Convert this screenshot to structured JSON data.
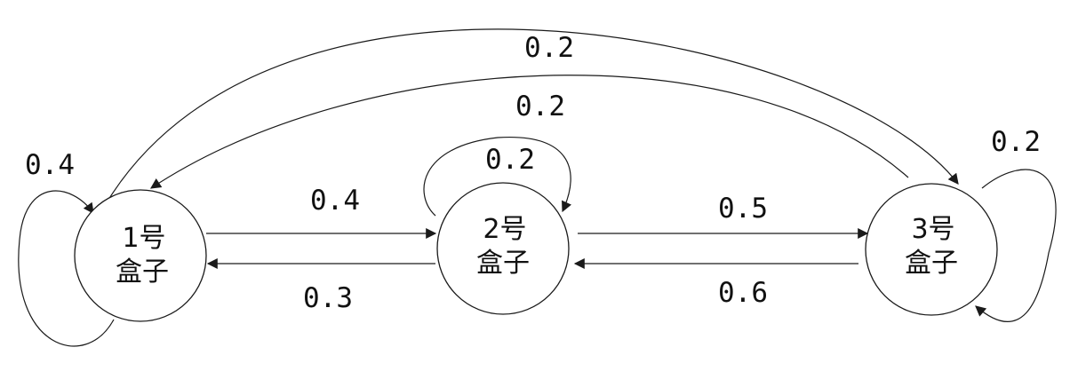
{
  "nodes": [
    {
      "id": "box1",
      "label_line1": "1号",
      "label_line2": "盒子"
    },
    {
      "id": "box2",
      "label_line1": "2号",
      "label_line2": "盒子"
    },
    {
      "id": "box3",
      "label_line1": "3号",
      "label_line2": "盒子"
    }
  ],
  "edges": [
    {
      "id": "e-1-1",
      "from": "box1",
      "to": "box1",
      "label": "0.4"
    },
    {
      "id": "e-1-2",
      "from": "box1",
      "to": "box2",
      "label": "0.4"
    },
    {
      "id": "e-2-1",
      "from": "box2",
      "to": "box1",
      "label": "0.3"
    },
    {
      "id": "e-2-2",
      "from": "box2",
      "to": "box2",
      "label": "0.2"
    },
    {
      "id": "e-2-3",
      "from": "box2",
      "to": "box3",
      "label": "0.5"
    },
    {
      "id": "e-3-2",
      "from": "box3",
      "to": "box2",
      "label": "0.6"
    },
    {
      "id": "e-3-3",
      "from": "box3",
      "to": "box3",
      "label": "0.2"
    },
    {
      "id": "e-1-3",
      "from": "box1",
      "to": "box3",
      "label": "0.2"
    },
    {
      "id": "e-3-1",
      "from": "box3",
      "to": "box1",
      "label": "0.2"
    }
  ],
  "colors": {
    "stroke": "#1a1a1a",
    "text": "#111111",
    "background": "#ffffff"
  }
}
